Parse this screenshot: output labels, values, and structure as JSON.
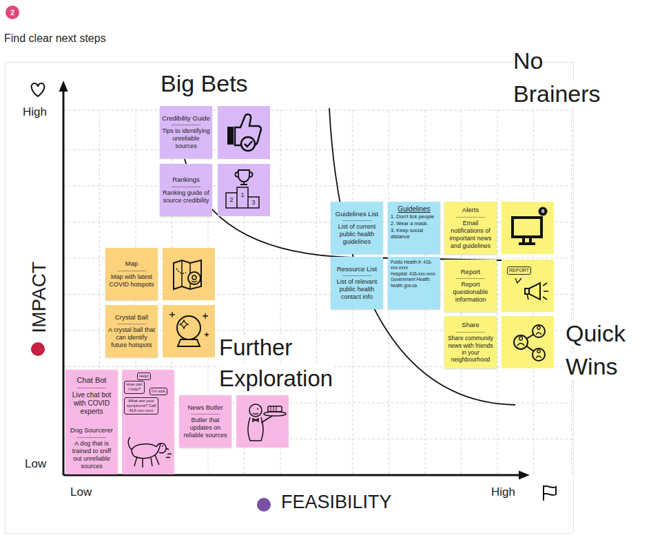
{
  "diagram": {
    "title": "Find clear next steps",
    "nodes": [
      {
        "text": [
          "2"
        ]
      },
      {
        "text": [
          "Credibility Guide",
          "----------------",
          "Tips to identifying unreliable sources"
        ]
      },
      {
        "text": [
          "Rankings",
          "----------------",
          "Ranking guide of source credibility"
        ]
      },
      {
        "text": [
          "2",
          "1",
          "3"
        ]
      },
      {
        "text": [
          "Map",
          "----------------",
          "Map with latest COVID hotspots"
        ]
      },
      {
        "text": [
          "Crystal Ball",
          "----------------",
          "A crystal ball that can identify future hotspots"
        ]
      },
      {
        "text": [
          "Guidelines List",
          "----------------",
          "List of current public health guidelines"
        ]
      },
      {
        "text": [
          "Guidelines",
          "1. Don't lick people",
          "2. Wear a mask.",
          "3. Keep social distance"
        ]
      },
      {
        "text": [
          "Alerts",
          "----------------",
          "Email notifications of important news and guidelines"
        ]
      },
      {
        "text": [
          "8"
        ]
      },
      {
        "text": [
          "Resource List",
          "----------------",
          "List of relevant public health contact info"
        ]
      },
      {
        "text": [
          "Public Health #: 416-xxx-xxxx",
          "Hospital: 416-xxx-xxxx",
          "Government Health: health.gov.ca"
        ]
      },
      {
        "text": [
          "Report",
          "----------------",
          "Report questionable information"
        ]
      },
      {
        "text": [
          "REPORT"
        ]
      },
      {
        "text": [
          "Share",
          "----------------",
          "Share community news with friends in your neighbourhood"
        ]
      },
      {
        "text": [
          "Chat Bot",
          "----------------",
          "Live chat bot with COVID experts"
        ]
      },
      {
        "text": [
          "Help!",
          "How can I help?",
          "I'm sick",
          "What are your symptoms? Call 416-xxx-xxxx"
        ]
      },
      {
        "text": [
          "Dog Sourcerer",
          "----------------",
          "A dog that is trained to sniff out unreliable sources"
        ]
      },
      {
        "text": [
          "News Butler",
          "----------------",
          "Butler that updates on reliable sources"
        ]
      }
    ],
    "labels": [
      "High",
      "Low",
      "IMPACT",
      "Low",
      "High",
      "FEASIBILITY",
      "Big Bets",
      "No Brainers",
      "Quick Wins",
      "Further Exploration"
    ]
  }
}
